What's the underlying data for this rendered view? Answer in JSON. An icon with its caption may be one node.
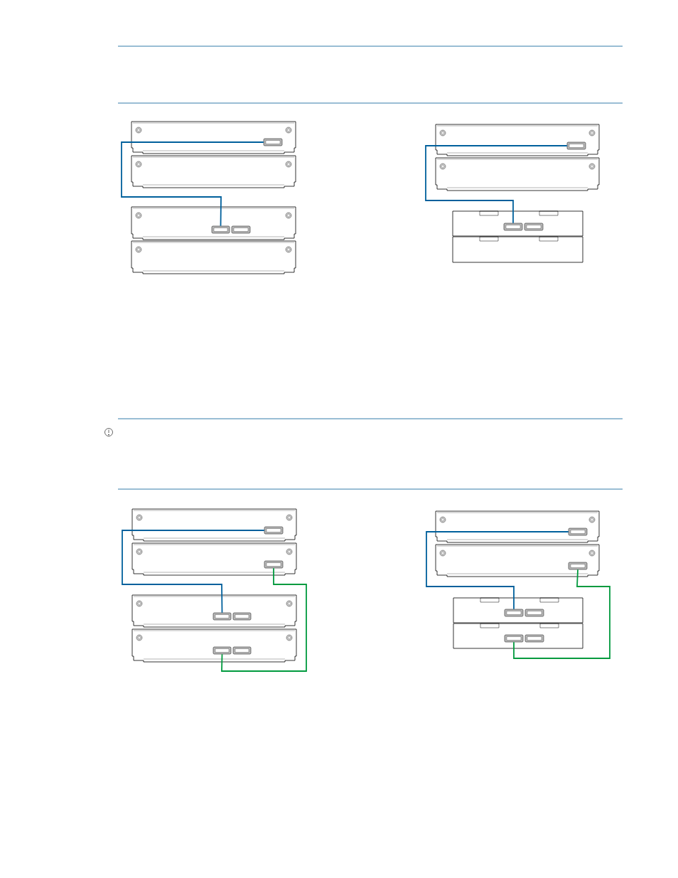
{
  "diagram": {
    "nodes": [
      {
        "text": [],
        "shape": "enclosure"
      },
      {
        "text": [],
        "shape": "port",
        "in": 0
      },
      {
        "text": [],
        "shape": "enclosure"
      },
      {
        "text": [],
        "shape": "enclosure"
      },
      {
        "text": [],
        "shape": "port",
        "in": 3
      },
      {
        "text": [],
        "shape": "port",
        "in": 3
      },
      {
        "text": [],
        "shape": "enclosure"
      },
      {
        "text": [],
        "shape": "enclosure"
      },
      {
        "text": [],
        "shape": "port",
        "in": 7
      },
      {
        "text": [],
        "shape": "enclosure"
      },
      {
        "text": [],
        "shape": "box"
      },
      {
        "text": [],
        "shape": "port",
        "in": 10
      },
      {
        "text": [],
        "shape": "port",
        "in": 10
      },
      {
        "text": [],
        "shape": "box"
      },
      {
        "text": [],
        "shape": "enclosure"
      },
      {
        "text": [],
        "shape": "port",
        "in": 14
      },
      {
        "text": [],
        "shape": "enclosure"
      },
      {
        "text": [],
        "shape": "port",
        "in": 16
      },
      {
        "text": [],
        "shape": "enclosure"
      },
      {
        "text": [],
        "shape": "port",
        "in": 18
      },
      {
        "text": [],
        "shape": "port",
        "in": 18
      },
      {
        "text": [],
        "shape": "enclosure"
      },
      {
        "text": [],
        "shape": "port",
        "in": 21
      },
      {
        "text": [],
        "shape": "port",
        "in": 21
      },
      {
        "text": [],
        "shape": "enclosure"
      },
      {
        "text": [],
        "shape": "port",
        "in": 24
      },
      {
        "text": [],
        "shape": "enclosure"
      },
      {
        "text": [],
        "shape": "port",
        "in": 26
      },
      {
        "text": [],
        "shape": "box"
      },
      {
        "text": [],
        "shape": "port",
        "in": 28
      },
      {
        "text": [],
        "shape": "port",
        "in": 28
      },
      {
        "text": [],
        "shape": "box"
      },
      {
        "text": [],
        "shape": "port",
        "in": 31
      },
      {
        "text": [],
        "shape": "port",
        "in": 31
      }
    ],
    "edges": [
      {
        "from": 1,
        "to": 4,
        "arrow": "none"
      },
      {
        "from": 8,
        "to": 11,
        "arrow": "none"
      },
      {
        "from": 15,
        "to": 19,
        "arrow": "none"
      },
      {
        "from": 17,
        "to": 22,
        "arrow": "none",
        "color": "#009a3e"
      },
      {
        "from": 25,
        "to": 29,
        "arrow": "none"
      },
      {
        "from": 27,
        "to": 32,
        "arrow": "none",
        "color": "#009a3e"
      }
    ]
  }
}
